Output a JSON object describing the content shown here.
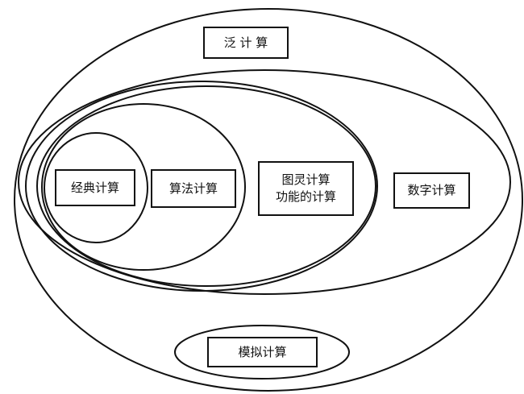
{
  "labels": {
    "ubiquitous": "泛 计 算",
    "classical": "经典计算",
    "algorithmic": "算法计算",
    "turing_line1": "图灵计算",
    "turing_line2": "功能的计算",
    "digital": "数字计算",
    "analog": "模拟计算"
  }
}
